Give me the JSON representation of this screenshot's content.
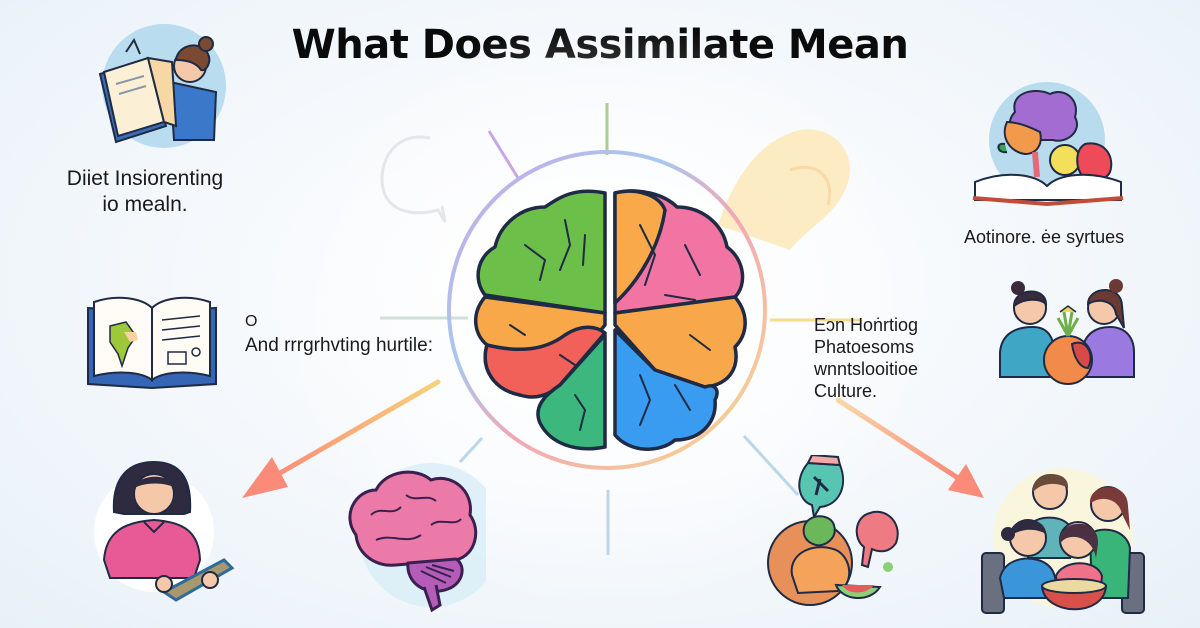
{
  "title": "What Does Assimilate Mean",
  "labels": {
    "top_left": [
      "Diiet Insiorenting",
      "io mealn."
    ],
    "top_right": "Aotinore. ėe syrtues",
    "middle_left": {
      "mark": "O",
      "text": "And rrrgrhvting hurtile:"
    },
    "middle_right": [
      "Eɔn     Hoṅrtiog",
      "Phatoesoms",
      "wnntslooitioe",
      "Culture."
    ]
  },
  "illustrations": [
    {
      "id": "person-reading-book",
      "position": "top-left"
    },
    {
      "id": "brain-fruits-book",
      "position": "top-right"
    },
    {
      "id": "open-book-map",
      "position": "middle-left"
    },
    {
      "id": "two-women-sharing-food",
      "position": "middle-right"
    },
    {
      "id": "woman-with-tablet",
      "position": "bottom-left"
    },
    {
      "id": "pink-brain-side-view",
      "position": "bottom-center-left"
    },
    {
      "id": "food-items",
      "position": "bottom-center-right"
    },
    {
      "id": "family-with-bowl",
      "position": "bottom-right"
    }
  ],
  "central_brain": {
    "lobes": [
      {
        "name": "upper-left",
        "color": "#6cc04a"
      },
      {
        "name": "upper-right-orange",
        "color": "#f9a94a"
      },
      {
        "name": "upper-right-pink",
        "color": "#f274a3"
      },
      {
        "name": "middle-left-orange",
        "color": "#f8a848"
      },
      {
        "name": "middle-left-red",
        "color": "#f2605a"
      },
      {
        "name": "middle-right-orange",
        "color": "#f8a84a"
      },
      {
        "name": "lower-left-green",
        "color": "#3cb77e"
      },
      {
        "name": "lower-right-blue",
        "color": "#3a9cf0"
      }
    ]
  },
  "colors": {
    "ring_purple": "#c9a6e6",
    "ring_blue": "#a9c8ef",
    "ring_pink": "#f2a6b6",
    "ring_yellow": "#f8dc8a",
    "arrow_coral": "#fb8a78",
    "outline": "#1f2a44"
  }
}
